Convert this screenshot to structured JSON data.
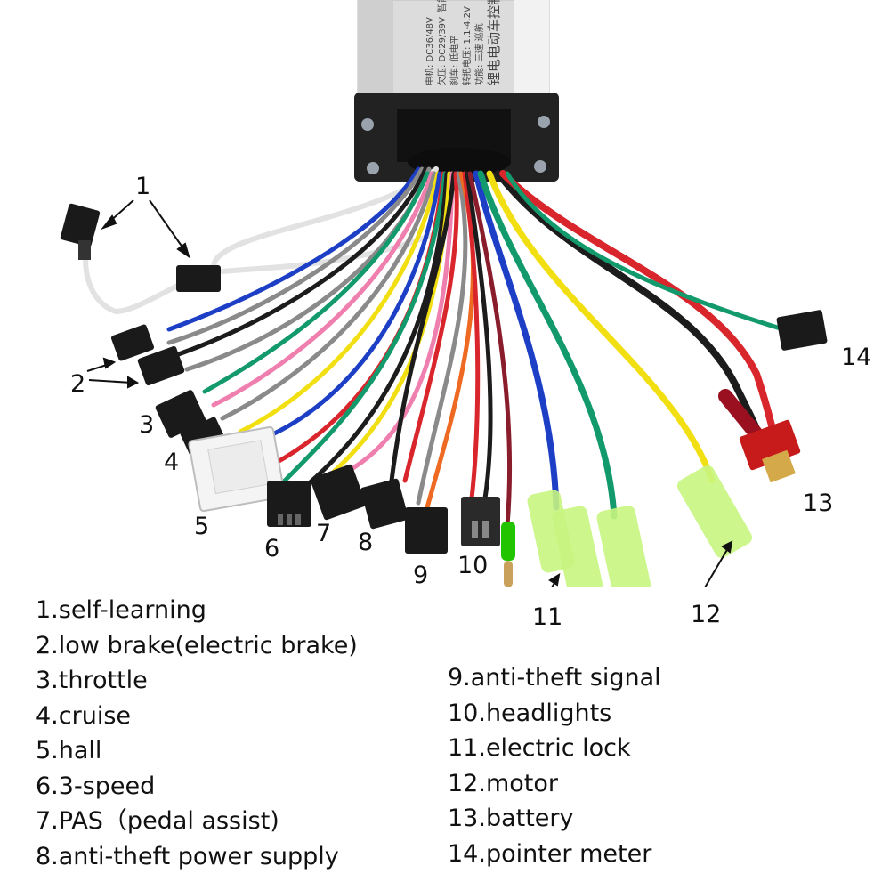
{
  "controller": {
    "label_lines": [
      "电机: DC36/48V",
      "欠压: DC29/39V",
      "刹车: 低电平",
      "转把电压: 1.1-4.2V",
      "功能: 三速  巡航",
      "锂电电动车控制器"
    ],
    "brand_text": "智能"
  },
  "callouts": [
    "1",
    "2",
    "3",
    "4",
    "5",
    "6",
    "7",
    "8",
    "9",
    "10",
    "11",
    "12",
    "13",
    "14"
  ],
  "legend_left": [
    "1.self-learning",
    "2.low brake(electric brake)",
    "3.throttle",
    "4.cruise",
    "5.hall",
    "6.3-speed",
    "7.PAS（pedal assist)",
    "8.anti-theft power supply"
  ],
  "legend_right": [
    "9.anti-theft signal",
    "10.headlights",
    "11.electric lock",
    "12.motor",
    "13.battery",
    "14.pointer meter"
  ],
  "colors": {
    "red": "#d8262c",
    "black": "#1c1c1c",
    "yellow": "#f2df12",
    "green": "#139a6c",
    "blue": "#1c3fc6",
    "white": "#e9e9e9",
    "gray": "#8a8a8a",
    "pink": "#ef7fae",
    "orange": "#ee6a22",
    "brown": "#8a1d2c",
    "connector": "#1a1a1a",
    "insulator": "#b5f56a"
  }
}
